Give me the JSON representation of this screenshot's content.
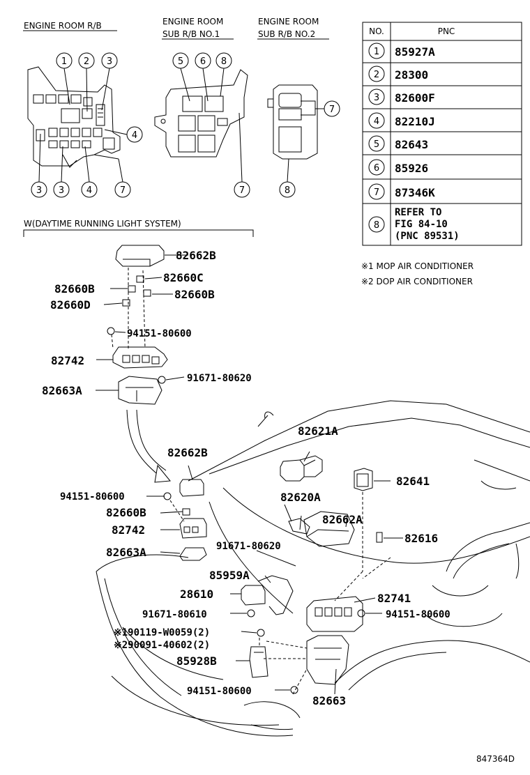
{
  "headers": {
    "rb": "ENGINE ROOM R/B",
    "sub1_a": "ENGINE ROOM",
    "sub1_b": "SUB R/B NO.1",
    "sub2_a": "ENGINE ROOM",
    "sub2_b": "SUB R/B NO.2",
    "drl": "W(DAYTIME RUNNING LIGHT SYSTEM)"
  },
  "table": {
    "col_no": "NO.",
    "col_pnc": "PNC",
    "rows": [
      {
        "no": "1",
        "pnc": "85927A"
      },
      {
        "no": "2",
        "pnc": "28300"
      },
      {
        "no": "3",
        "pnc": "82600F"
      },
      {
        "no": "4",
        "pnc": "82210J"
      },
      {
        "no": "5",
        "pnc": "82643"
      },
      {
        "no": "6",
        "pnc": "85926"
      },
      {
        "no": "7",
        "pnc": "87346K"
      },
      {
        "no": "8",
        "pnc_l1": "REFER TO",
        "pnc_l2": "FIG 84-10",
        "pnc_l3": "(PNC 89531)"
      }
    ]
  },
  "notes": {
    "n1": "※1 MOP AIR CONDITIONER",
    "n2": "※2 DOP AIR CONDITIONER"
  },
  "callouts": {
    "rb_top": [
      "1",
      "2",
      "3"
    ],
    "rb_right": "4",
    "rb_bottom": [
      "3",
      "3",
      "4",
      "7"
    ],
    "sub1_top": [
      "5",
      "6",
      "8"
    ],
    "sub1_bottom": "7",
    "sub2_right": "7",
    "sub2_bottom": "8"
  },
  "parts": {
    "p1": "82662B",
    "p2": "82660C",
    "p3": "82660B",
    "p4": "82660B",
    "p5": "82660D",
    "p6": "94151-80600",
    "p7": "82742",
    "p8": "91671-80620",
    "p9": "82663A",
    "p10": "82621A",
    "p11": "82662B",
    "p12": "82641",
    "p13": "94151-80600",
    "p14": "82620A",
    "p15": "82660B",
    "p16": "82662A",
    "p17": "82742",
    "p18": "82616",
    "p19": "91671-80620",
    "p20": "82663A",
    "p21": "85959A",
    "p22": "28610",
    "p23": "82741",
    "p24": "91671-80610",
    "p25": "94151-80600",
    "p26": "※190119-W0059(2)",
    "p27": "※290091-40602(2)",
    "p28": "85928B",
    "p29": "94151-80600",
    "p30": "82663"
  },
  "figure_id": "847364D"
}
